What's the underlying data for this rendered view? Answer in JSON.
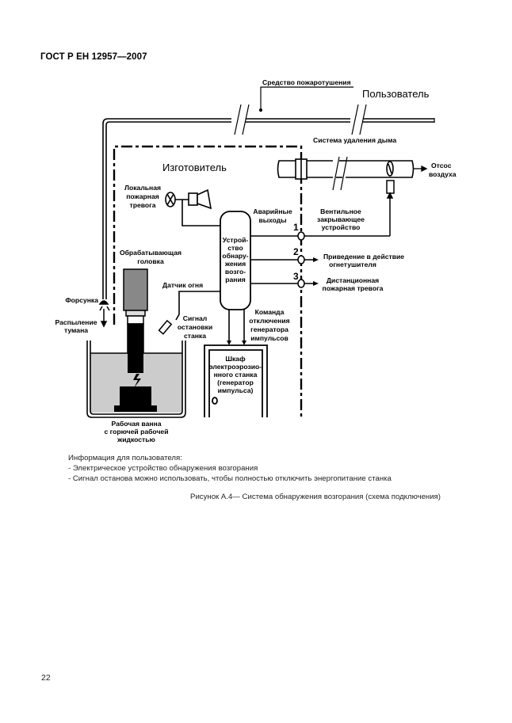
{
  "header": {
    "standard": "ГОСТ Р ЕН 12957—2007"
  },
  "diagram": {
    "zones": {
      "user": "Пользователь",
      "manufacturer": "Изготовитель"
    },
    "labels": {
      "extinguishing_agent": "Средство пожаротушения",
      "smoke_removal": "Система удаления дыма",
      "air_exhaust": [
        "Отсос",
        "воздуха"
      ],
      "local_alarm": [
        "Локальная",
        "пожарная",
        "тревога"
      ],
      "emergency_outputs": [
        "Аварийные",
        "выходы"
      ],
      "valve_device": [
        "Вентильное",
        "закрывающее",
        "устройство"
      ],
      "detector": [
        "Устрой-",
        "ство",
        "обнару-",
        "жения",
        "возго-",
        "рания"
      ],
      "actuate_extinguisher": [
        "Приведение в действие",
        "огнетушителя"
      ],
      "remote_alarm": [
        "Дистанционная",
        "пожарная тревога"
      ],
      "processing_head": [
        "Обрабатывающая",
        "головка"
      ],
      "fire_sensor": "Датчик огня",
      "nozzle": "Форсунка",
      "mist_spray": [
        "Распыление",
        "тумана"
      ],
      "stop_signal": [
        "Сигнал",
        "остановки",
        "станка"
      ],
      "pulse_shutdown": [
        "Команда",
        "отключения",
        "генератора",
        "импульсов"
      ],
      "edm_cabinet": [
        "Шкаф",
        "электроэрозио-",
        "нного станка",
        "(генератор",
        "импульса)"
      ],
      "work_tank": [
        "Рабочая ванна",
        "с горючей рабочей",
        "жидкостью"
      ],
      "outputs": [
        "1",
        "2",
        "3"
      ]
    }
  },
  "notes": {
    "title": "Информация для пользователя:",
    "items": [
      "- Электрическое устройство обнаружения возгорания",
      "- Сигнал останова можно использовать, чтобы полностью отключить энергопитание станка"
    ]
  },
  "caption": "Рисунок А.4— Система обнаружения возгорания (схема подключения)",
  "page_number": "22"
}
